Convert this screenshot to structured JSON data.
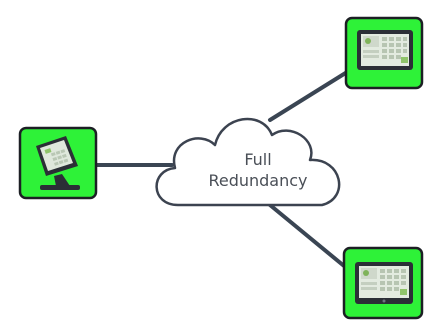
{
  "cloud": {
    "line1": "Full",
    "line2": "Redundancy"
  },
  "colors": {
    "node_fill": "#2ef238",
    "node_border": "#1c1f24",
    "connector": "#3a4553",
    "cloud_stroke": "#3c4350",
    "cloud_fill": "#ffffff"
  },
  "nodes": [
    {
      "name": "pos-terminal",
      "icon": "pos-terminal-icon"
    },
    {
      "name": "tablet-top-right",
      "icon": "tablet-icon"
    },
    {
      "name": "tablet-bottom-right",
      "icon": "tablet-icon"
    }
  ]
}
